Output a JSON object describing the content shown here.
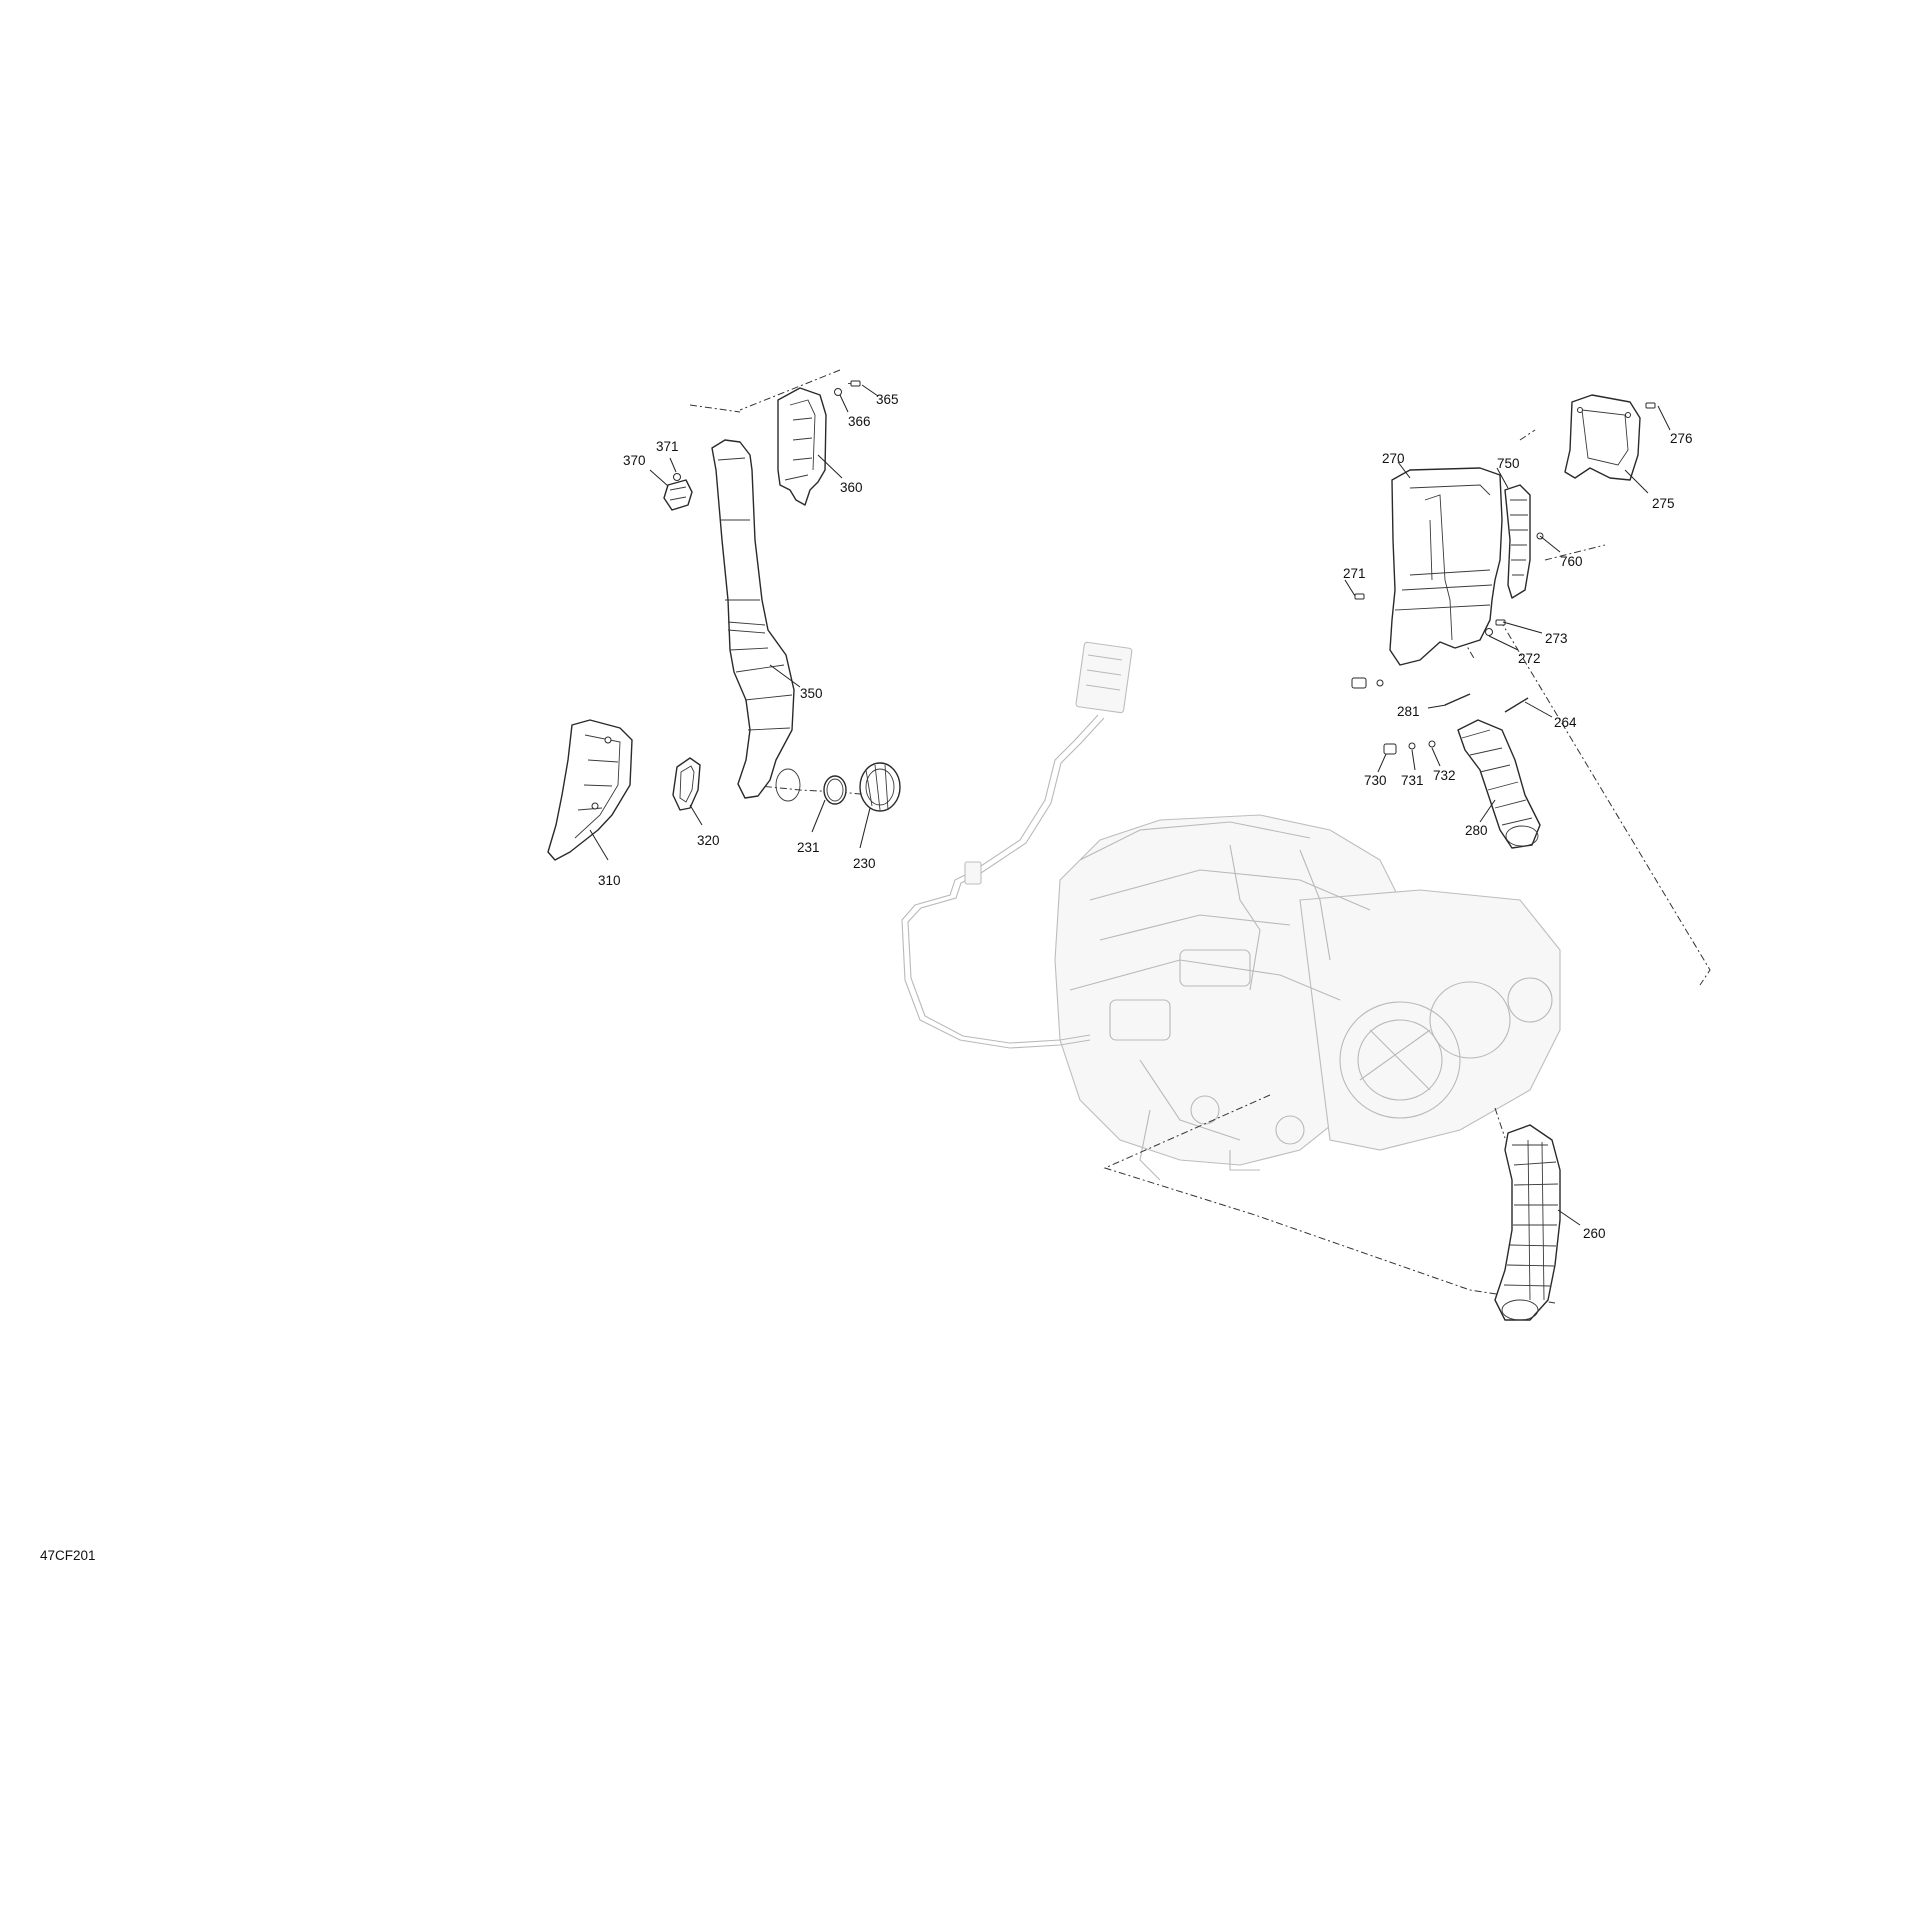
{
  "diagram": {
    "reference_code": "47CF201",
    "callouts": {
      "c365": "365",
      "c366": "366",
      "c360": "360",
      "c370": "370",
      "c371": "371",
      "c350": "350",
      "c310": "310",
      "c320": "320",
      "c231": "231",
      "c230": "230",
      "c270": "270",
      "c750": "750",
      "c276": "276",
      "c275": "275",
      "c760": "760",
      "c271": "271",
      "c273": "273",
      "c272": "272",
      "c281": "281",
      "c264": "264",
      "c730": "730",
      "c731": "731",
      "c732": "732",
      "c280": "280",
      "c260": "260"
    }
  }
}
